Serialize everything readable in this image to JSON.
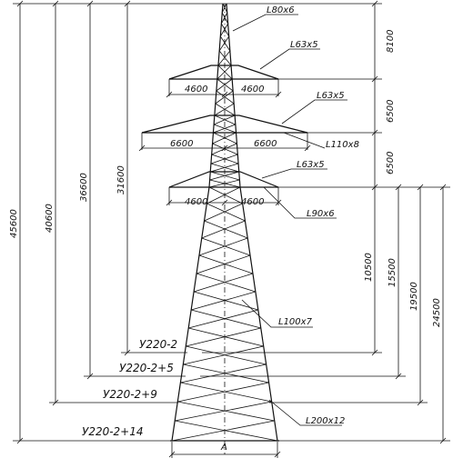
{
  "labels": {
    "top_member": "L80x6",
    "upper_arm_member": "L63x5",
    "middle_arm_member": "L63x5",
    "middle_arm_chord": "L110x8",
    "lower_arm_member": "L63x5",
    "lower_arm_chord": "L90x6",
    "body_member": "L100x7",
    "leg_member": "L200x12"
  },
  "arm_spans": {
    "upper_left": "4600",
    "upper_right": "4600",
    "middle_left": "6600",
    "middle_right": "6600",
    "lower_left": "4600",
    "lower_right": "4600"
  },
  "right_dims": {
    "top_to_upper": "8100",
    "upper_to_middle": "6500",
    "middle_to_lower": "6500",
    "h1": "10500",
    "h2": "15500",
    "h3": "19500",
    "h4": "24500"
  },
  "left_dims": {
    "total_1": "45600",
    "total_2": "40600",
    "total_3": "36600",
    "total_4": "31600"
  },
  "variants": {
    "v1": "У220-2",
    "v2": "У220-2+5",
    "v3": "У220-2+9",
    "v4": "У220-2+14"
  },
  "base_label": "A"
}
